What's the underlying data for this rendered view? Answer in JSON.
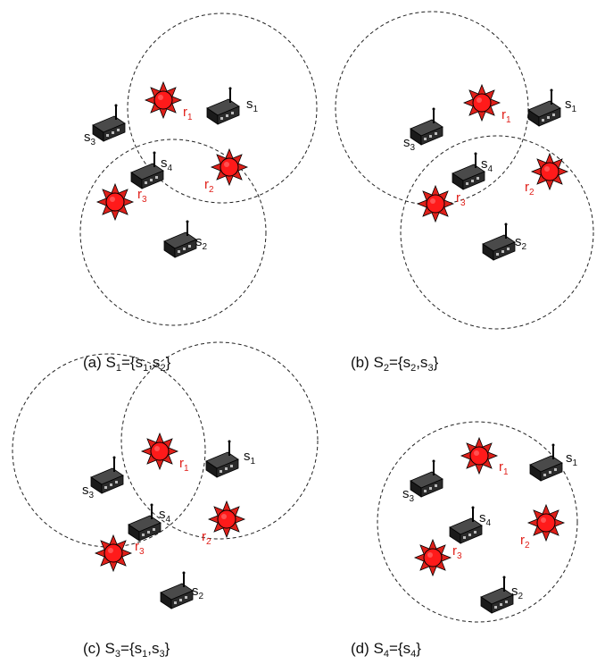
{
  "sensor_prefix": "s",
  "target_prefix": "r",
  "sensors": [
    "1",
    "2",
    "3",
    "4"
  ],
  "targets": [
    "1",
    "2",
    "3"
  ],
  "panels": [
    {
      "id": "a",
      "caption": {
        "prefix": "(a) S",
        "idx": "1",
        "mid": "={s",
        "a": "1",
        "sep": ",s",
        "b": "2",
        "end": "}"
      }
    },
    {
      "id": "b",
      "caption": {
        "prefix": "(b) S",
        "idx": "2",
        "mid": "={s",
        "a": "2",
        "sep": ",s",
        "b": "3",
        "end": "}"
      }
    },
    {
      "id": "c",
      "caption": {
        "prefix": "(c) S",
        "idx": "3",
        "mid": "={s",
        "a": "1",
        "sep": ",s",
        "b": "3",
        "end": "}"
      }
    },
    {
      "id": "d",
      "caption": {
        "prefix": "(d) S",
        "idx": "4",
        "mid": "={s",
        "a": "4",
        "sep": "",
        "b": "",
        "end": "}"
      }
    }
  ],
  "colors": {
    "target_fill": "#ff1a1a",
    "target_ray": "#e0201a",
    "sensor_body": "#1a1a1a",
    "range_stroke": "#222222",
    "target_label": "#e0201a"
  },
  "icons": {
    "sensor": "wireless-sensor-node-icon",
    "target": "target-sun-icon"
  }
}
